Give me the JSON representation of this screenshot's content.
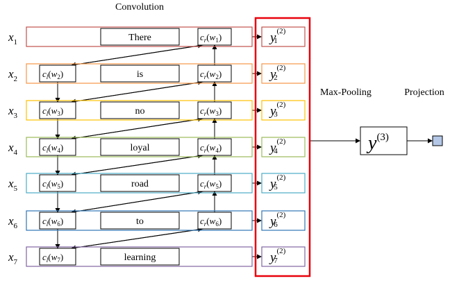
{
  "headers": {
    "convolution": "Convolution",
    "max_pooling": "Max-Pooling",
    "projection": "Projection"
  },
  "rows": [
    {
      "x_sub": "1",
      "word": "There",
      "color": "#c0504d",
      "has_cl": false,
      "has_cr": true,
      "idx": "1"
    },
    {
      "x_sub": "2",
      "word": "is",
      "color": "#f79646",
      "has_cl": true,
      "has_cr": true,
      "idx": "2"
    },
    {
      "x_sub": "3",
      "word": "no",
      "color": "#ffc000",
      "has_cl": true,
      "has_cr": true,
      "idx": "3"
    },
    {
      "x_sub": "4",
      "word": "loyal",
      "color": "#9bbb59",
      "has_cl": true,
      "has_cr": true,
      "idx": "4"
    },
    {
      "x_sub": "5",
      "word": "road",
      "color": "#4bacc6",
      "has_cl": true,
      "has_cr": true,
      "idx": "5"
    },
    {
      "x_sub": "6",
      "word": "to",
      "color": "#2f75b5",
      "has_cl": true,
      "has_cr": true,
      "idx": "6"
    },
    {
      "x_sub": "7",
      "word": "learning",
      "color": "#8064a2",
      "has_cl": true,
      "has_cr": false,
      "idx": "7"
    }
  ],
  "labels": {
    "x": "x",
    "y": "y",
    "layer2": "(2)",
    "layer3": "(3)",
    "cl": "c",
    "cl_sub": "l",
    "cr": "c",
    "cr_sub": "r",
    "w": "w"
  },
  "colors": {
    "maxpool_border": "#e8000b",
    "output_square": "#b4c7e7"
  }
}
